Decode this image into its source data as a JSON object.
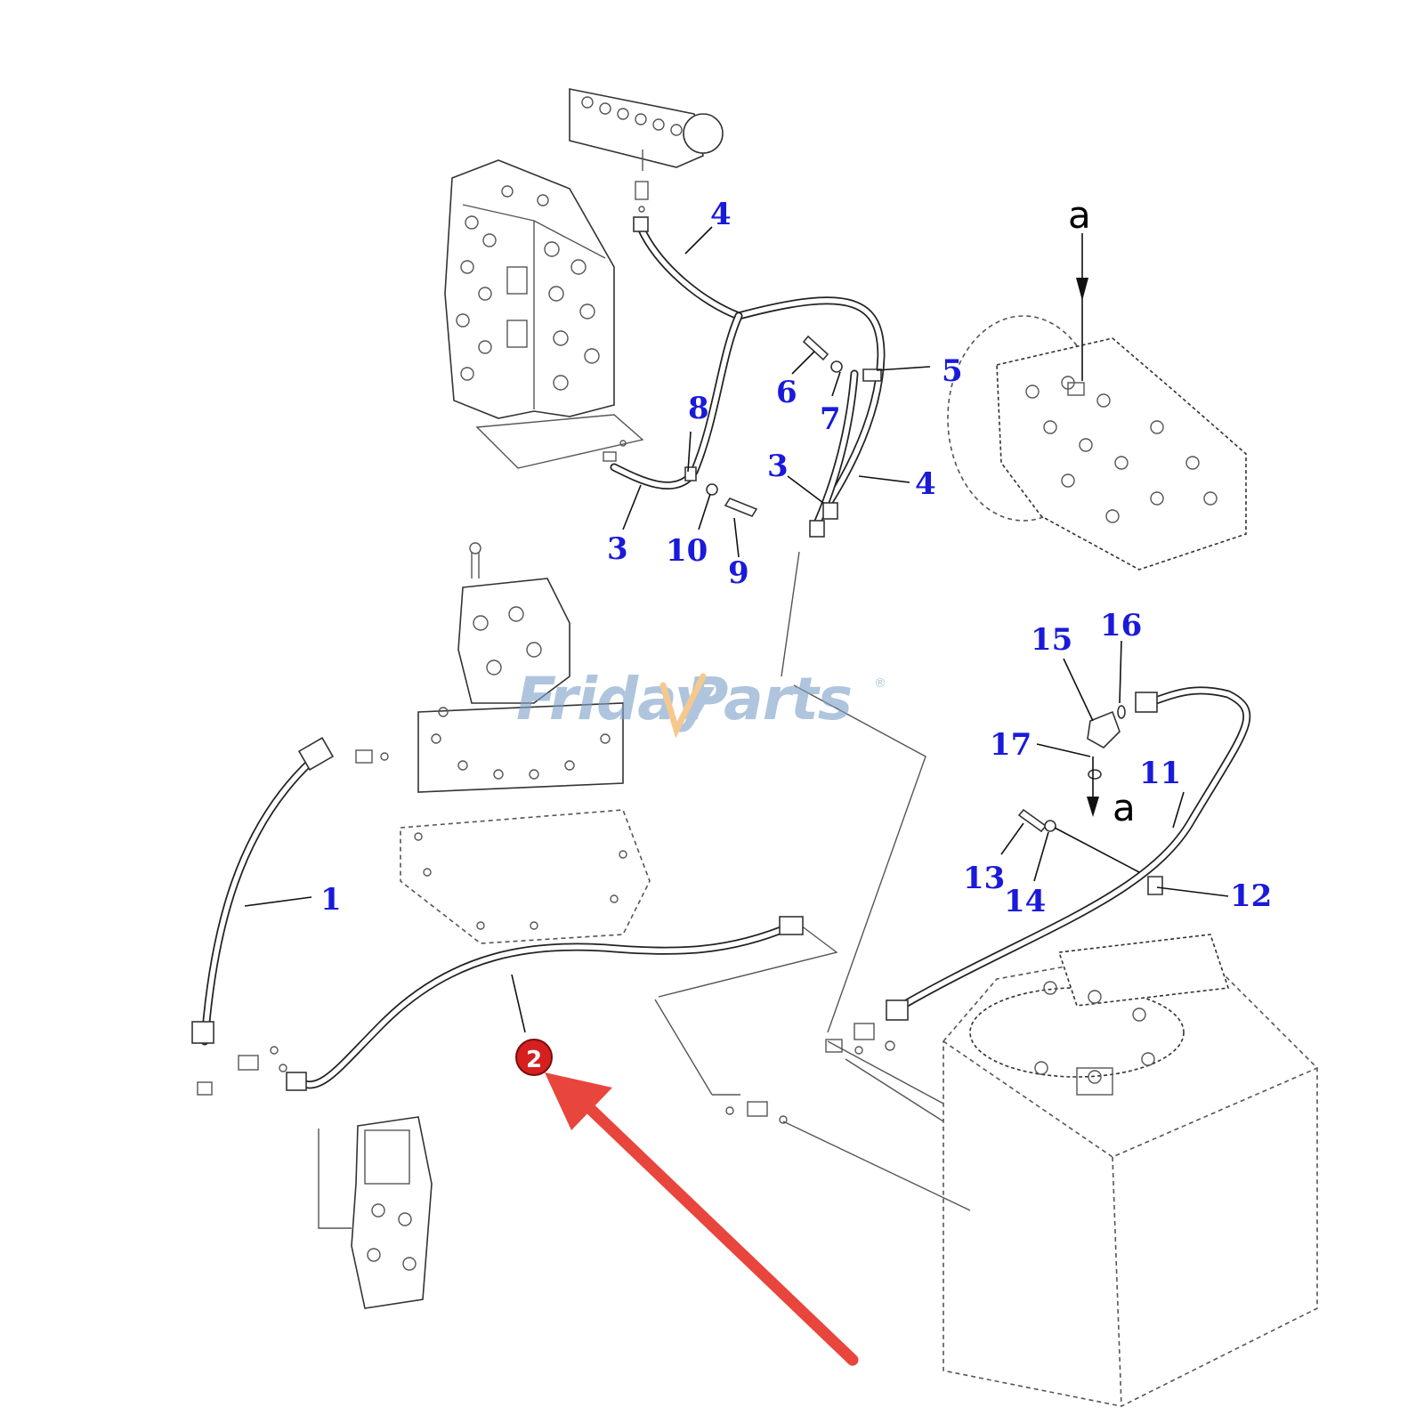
{
  "diagram": {
    "watermark": {
      "part1": "Friday",
      "part2": "Parts",
      "mark": "®"
    },
    "highlight": {
      "label": "2",
      "color": "#d61f1f",
      "arrow_color": "#e8453c"
    },
    "callout_color": "#1a1adb",
    "callouts": {
      "c1": "1",
      "c3a": "3",
      "c3b": "3",
      "c4a": "4",
      "c4b": "4",
      "c5": "5",
      "c6": "6",
      "c7": "7",
      "c8": "8",
      "c9": "9",
      "c10": "10",
      "c11": "11",
      "c12": "12",
      "c13": "13",
      "c14": "14",
      "c15": "15",
      "c16": "16",
      "c17": "17"
    },
    "view_marks": {
      "a_top": "a",
      "a_bottom": "a"
    }
  }
}
